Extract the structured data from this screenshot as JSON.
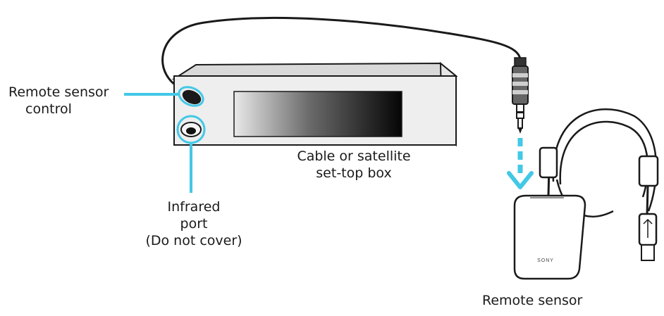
{
  "labels": {
    "remote_sensor_control": [
      "Remote sensor",
      "control"
    ],
    "infrared_port": [
      "Infrared",
      "port",
      "(Do not cover)"
    ],
    "settop_box": [
      "Cable or satellite",
      "set-top box"
    ],
    "remote_sensor": "Remote sensor",
    "brand_mark": "SONY"
  },
  "colors": {
    "callout": "#43c8e6",
    "outline": "#1a1a1a",
    "box_fill": "#eeeeee",
    "box_top": "#d9d9d9"
  },
  "icons": {
    "plug": "mini-jack-plug-icon",
    "arrow": "down-arrow-icon",
    "ferrite": "ferrite-core-icon",
    "usb": "usb-plug-icon"
  }
}
